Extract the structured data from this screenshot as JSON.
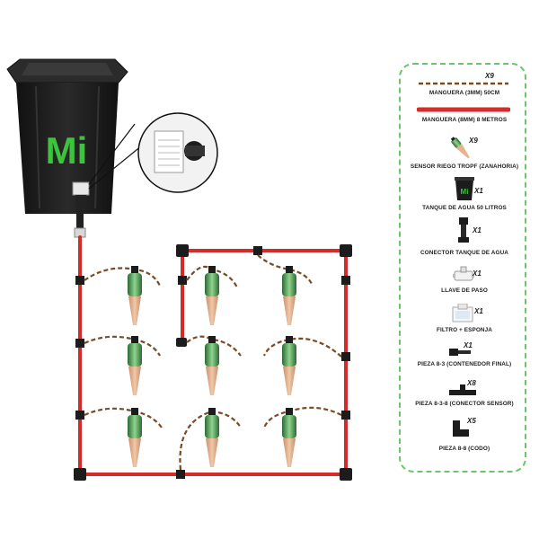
{
  "tank": {
    "brand_text": "Mi"
  },
  "kit_items": [
    {
      "label": "MANGUERA (3MM) 50CM",
      "qty": "X9",
      "icon": "thin-hose-icon"
    },
    {
      "label": "MANGUERA (8MM) 8 METROS",
      "qty": "",
      "icon": "thick-hose-icon"
    },
    {
      "label": "SENSOR RIEGO TROPF (ZANAHORIA)",
      "qty": "X9",
      "icon": "carrot-sensor-icon"
    },
    {
      "label": "TANQUE DE AGUA 50 LITROS",
      "qty": "X1",
      "icon": "water-tank-icon"
    },
    {
      "label": "CONECTOR TANQUE DE AGUA",
      "qty": "X1",
      "icon": "tank-connector-icon"
    },
    {
      "label": "LLAVE DE PASO",
      "qty": "X1",
      "icon": "valve-icon"
    },
    {
      "label": "FILTRO + ESPONJA",
      "qty": "X1",
      "icon": "filter-icon"
    },
    {
      "label": "PIEZA 8-3 (CONTENEDOR FINAL)",
      "qty": "X1",
      "icon": "end-piece-icon"
    },
    {
      "label": "PIEZA 8-3-8 (CONECTOR SENSOR)",
      "qty": "X8",
      "icon": "tee-connector-icon"
    },
    {
      "label": "PIEZA 8-8 (CODO)",
      "qty": "X5",
      "icon": "elbow-icon"
    }
  ],
  "colors": {
    "hose_red": "#d42b2b",
    "hose_brown": "#7a4a24",
    "tank_black": "#1c1c1c",
    "brand_green": "#3cc43c",
    "border_green": "#6cc46c"
  }
}
